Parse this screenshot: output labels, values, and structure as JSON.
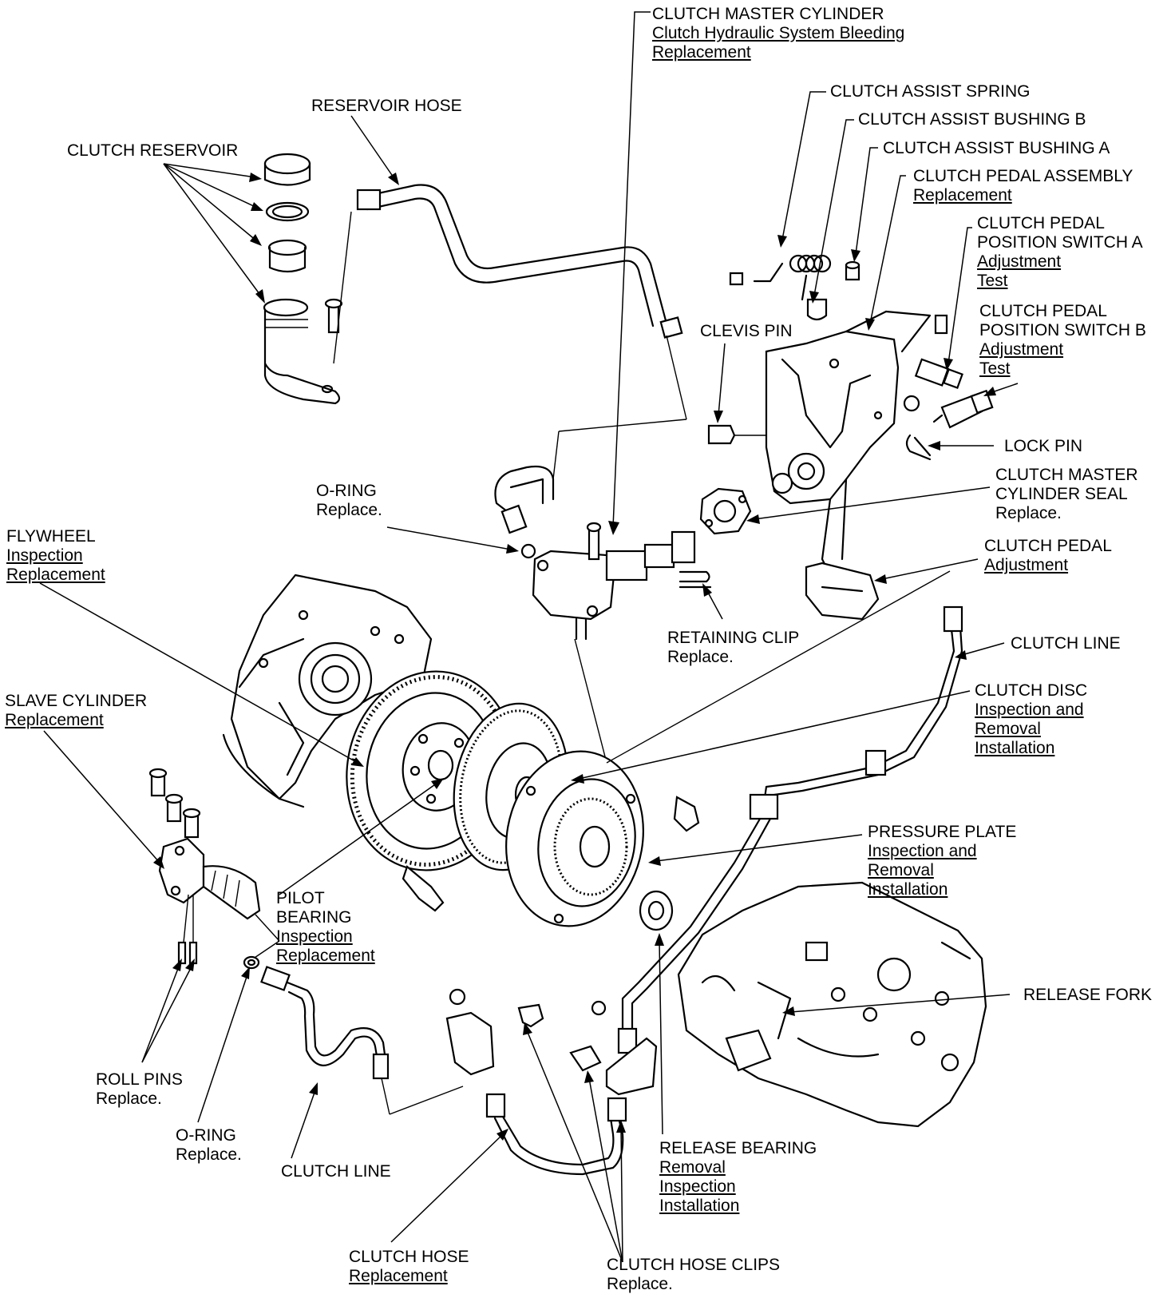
{
  "labels": {
    "clutch_master_cylinder": {
      "title": "CLUTCH MASTER CYLINDER",
      "links": [
        "Clutch Hydraulic System Bleeding",
        "Replacement"
      ]
    },
    "reservoir_hose": {
      "title": "RESERVOIR HOSE"
    },
    "clutch_reservoir": {
      "title": "CLUTCH RESERVOIR"
    },
    "clutch_assist_spring": {
      "title": "CLUTCH ASSIST SPRING"
    },
    "clutch_assist_bushing_b": {
      "title": "CLUTCH ASSIST BUSHING B"
    },
    "clutch_assist_bushing_a": {
      "title": "CLUTCH ASSIST BUSHING A"
    },
    "clutch_pedal_assembly": {
      "title": "CLUTCH PEDAL ASSEMBLY",
      "links": [
        "Replacement"
      ]
    },
    "clutch_pedal_position_switch_a": {
      "title_lines": [
        "CLUTCH PEDAL",
        "POSITION SWITCH A"
      ],
      "links": [
        "Adjustment",
        "Test"
      ]
    },
    "clutch_pedal_position_switch_b": {
      "title_lines": [
        "CLUTCH PEDAL",
        "POSITION SWITCH B"
      ],
      "links": [
        "Adjustment",
        "Test"
      ]
    },
    "clevis_pin": {
      "title": "CLEVIS PIN"
    },
    "lock_pin": {
      "title": "LOCK PIN"
    },
    "clutch_master_cylinder_seal": {
      "title_lines": [
        "CLUTCH MASTER",
        "CYLINDER SEAL"
      ],
      "note": "Replace."
    },
    "o_ring_top": {
      "title": "O-RING",
      "note": "Replace."
    },
    "flywheel": {
      "title": "FLYWHEEL",
      "links": [
        "Inspection",
        "Replacement"
      ]
    },
    "clutch_pedal": {
      "title": "CLUTCH PEDAL",
      "links": [
        "Adjustment"
      ]
    },
    "retaining_clip": {
      "title": "RETAINING CLIP",
      "note": "Replace."
    },
    "clutch_line_right": {
      "title": "CLUTCH LINE"
    },
    "clutch_disc": {
      "title": "CLUTCH DISC",
      "links": [
        "Inspection and",
        "Removal",
        "Installation"
      ]
    },
    "slave_cylinder": {
      "title": "SLAVE CYLINDER",
      "links": [
        "Replacement"
      ]
    },
    "pressure_plate": {
      "title": "PRESSURE PLATE",
      "links": [
        "Inspection and",
        "Removal",
        "Installation"
      ]
    },
    "pilot_bearing": {
      "title_lines": [
        "PILOT",
        "BEARING"
      ],
      "links": [
        "Inspection",
        "Replacement"
      ]
    },
    "release_fork": {
      "title": "RELEASE FORK"
    },
    "roll_pins": {
      "title": "ROLL PINS",
      "note": "Replace."
    },
    "o_ring_bottom": {
      "title": "O-RING",
      "note": "Replace."
    },
    "clutch_line_bottom": {
      "title": "CLUTCH LINE"
    },
    "release_bearing": {
      "title": "RELEASE BEARING",
      "links": [
        "Removal",
        "Inspection",
        "Installation"
      ]
    },
    "clutch_hose": {
      "title": "CLUTCH HOSE",
      "links": [
        "Replacement"
      ]
    },
    "clutch_hose_clips": {
      "title": "CLUTCH HOSE CLIPS",
      "note": "Replace."
    }
  }
}
